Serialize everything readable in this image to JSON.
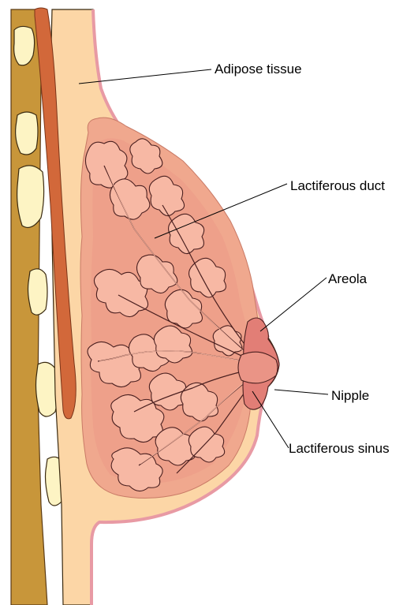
{
  "labels": {
    "adipose_tissue": "Adipose tissue",
    "lactiferous_duct": "Lactiferous duct",
    "areola": "Areola",
    "nipple": "Nipple",
    "lactiferous_sinus": "Lactiferous sinus"
  },
  "colors": {
    "rib_wall": "#c8963a",
    "rib_bone": "#fdf4c4",
    "pectoral_muscle": "#d2683a",
    "adipose": "#fcd6a6",
    "skin_edge": "#e89aa4",
    "gland": "#f0a88e",
    "gland_core": "#eea08a",
    "lobule_fill": "#f7b8a4",
    "lobule_line": "#4a1f1f",
    "areola": "#e27e76",
    "leader": "#000000"
  }
}
